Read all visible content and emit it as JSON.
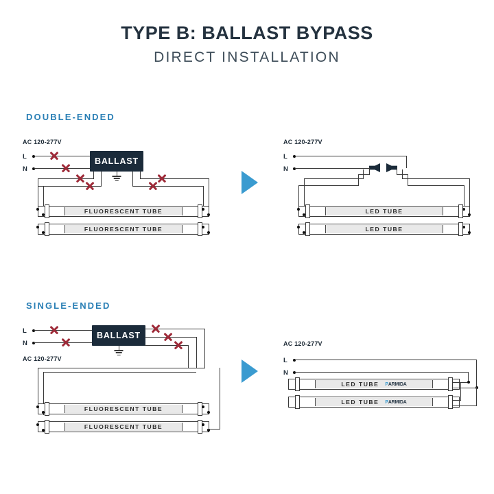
{
  "header": {
    "title": "TYPE B: BALLAST BYPASS",
    "subtitle": "DIRECT INSTALLATION"
  },
  "sections": [
    {
      "label": "DOUBLE-ENDED",
      "before": {
        "supply_label": "AC 120-277V",
        "line_label": "L",
        "neutral_label": "N",
        "ballast_label": "BALLAST",
        "tubes": [
          "FLUORESCENT TUBE",
          "FLUORESCENT TUBE"
        ],
        "cut_marks": 6
      },
      "after": {
        "supply_label": "AC 120-277V",
        "line_label": "L",
        "neutral_label": "N",
        "tubes": [
          "LED TUBE",
          "LED TUBE"
        ],
        "connectors": 2
      }
    },
    {
      "label": "SINGLE-ENDED",
      "before": {
        "supply_label": "AC 120-277V",
        "line_label": "L",
        "neutral_label": "N",
        "ballast_label": "BALLAST",
        "tubes": [
          "FLUORESCENT TUBE",
          "FLUORESCENT TUBE"
        ],
        "cut_marks": 5
      },
      "after": {
        "supply_label": "AC 120-277V",
        "line_label": "L",
        "neutral_label": "N",
        "tubes": [
          "LED TUBE",
          "LED TUBE"
        ],
        "brand": {
          "prefix": "P",
          "rest": "ARMIDA"
        }
      }
    }
  ],
  "colors": {
    "accent_blue": "#3a9bd0",
    "heading_blue": "#2a7fb5",
    "ballast_navy": "#1b2b3a",
    "cut_red": "#9e2a38",
    "wire": "#3a3a3a",
    "tube_band": "#e9e9e9",
    "background": "#ffffff"
  }
}
